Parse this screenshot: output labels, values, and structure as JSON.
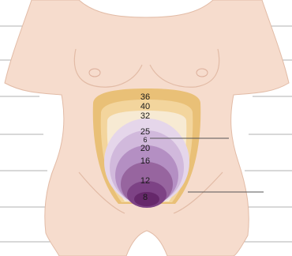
{
  "labels": [
    {
      "key": "w36",
      "text": "36"
    },
    {
      "key": "w40",
      "text": "40"
    },
    {
      "key": "w32",
      "text": "32"
    },
    {
      "key": "w25",
      "text": "25"
    },
    {
      "key": "w6",
      "text": "6"
    },
    {
      "key": "w20",
      "text": "20"
    },
    {
      "key": "w16",
      "text": "16"
    },
    {
      "key": "w12",
      "text": "12"
    },
    {
      "key": "w8",
      "text": "8"
    }
  ],
  "colors": {
    "skin": "#f6dccd",
    "skin_shadow": "#e2bba6",
    "gold_dark": "#e9c077",
    "gold_mid": "#f3d59d",
    "cream": "#f7ead3",
    "lavender_light": "#e5d6ea",
    "lavender": "#d1b9dc",
    "purple_mid": "#b48fc3",
    "purple": "#97659f",
    "purple_deep": "#7d4285",
    "purple_core": "#66286b"
  }
}
